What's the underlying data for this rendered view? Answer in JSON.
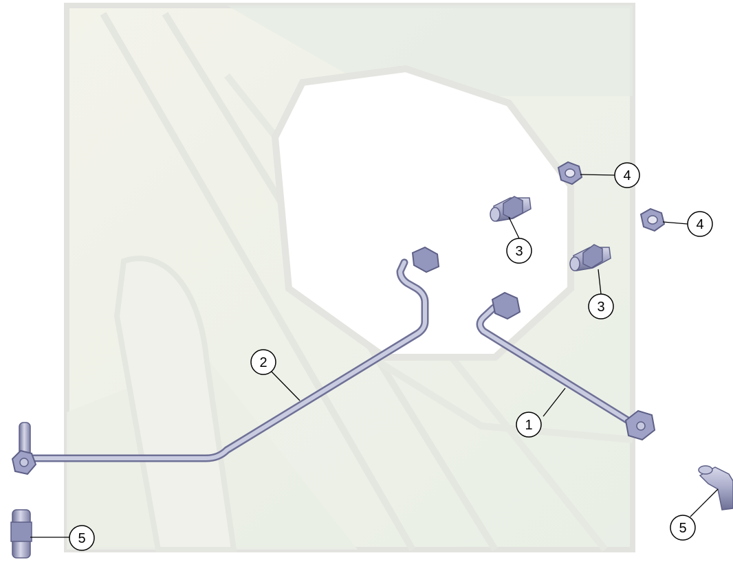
{
  "diagram": {
    "parts": [
      {
        "id": "part-1",
        "label": "1",
        "component": "bent-tube-with-nuts"
      },
      {
        "id": "part-2",
        "label": "2",
        "component": "long-bent-tube-with-banjo"
      },
      {
        "id": "part-3a",
        "label": "3",
        "component": "adapter-fitting"
      },
      {
        "id": "part-3b",
        "label": "3",
        "component": "adapter-fitting"
      },
      {
        "id": "part-4a",
        "label": "4",
        "component": "hex-jam-nut"
      },
      {
        "id": "part-4b",
        "label": "4",
        "component": "hex-jam-nut"
      },
      {
        "id": "part-5a",
        "label": "5",
        "component": "straight-fitting"
      },
      {
        "id": "part-5b",
        "label": "5",
        "component": "90-degree-elbow-fitting"
      }
    ],
    "colors": {
      "background_frame": "#e6e6e6",
      "watermark_fill": "#f4f6ef",
      "tube_metal": "#a9abc9",
      "tube_shadow": "#7d7fa4",
      "callout_stroke": "#000000"
    }
  }
}
